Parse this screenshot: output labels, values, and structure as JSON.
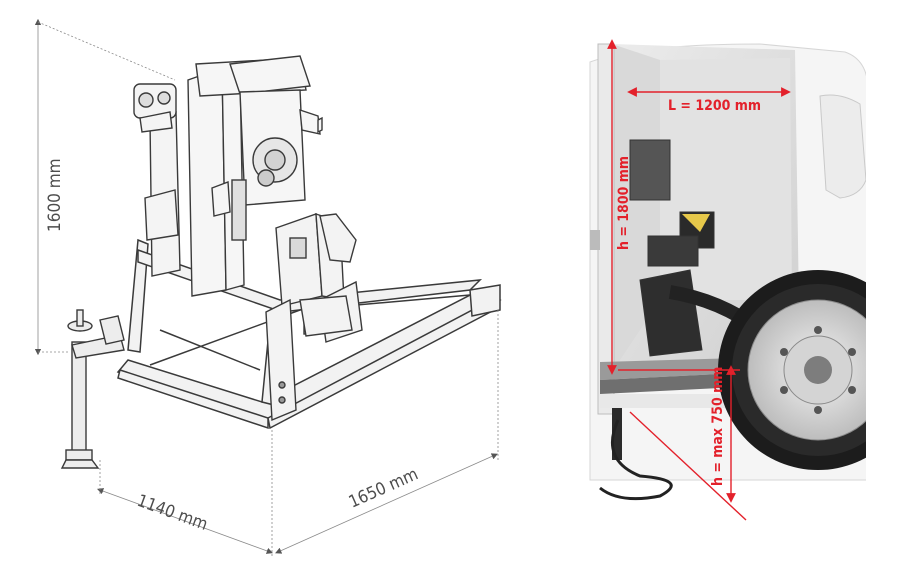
{
  "left_figure": {
    "height_label": "1600 mm",
    "width_label": "1140 mm",
    "depth_label": "1650 mm"
  },
  "right_figure": {
    "length_label": "L = 1200 mm",
    "height_label": "h = 1800 mm",
    "max_height_label": "h = max 750 mm"
  },
  "colors": {
    "dimension_grey": "#4d4d4d",
    "dimension_red": "#e3212b"
  }
}
